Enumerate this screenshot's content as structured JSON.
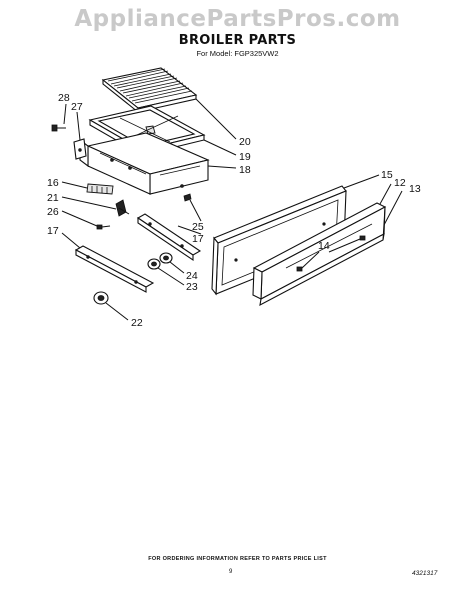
{
  "watermark": "AppliancePartsPros.com",
  "title": "BROILER PARTS",
  "model_line": "For Model: FGP325VW2",
  "callouts": {
    "c28": "28",
    "c27": "27",
    "c20": "20",
    "c19": "19",
    "c18": "18",
    "c16": "16",
    "c21": "21",
    "c26": "26",
    "c25": "25",
    "c17a": "17",
    "c17b": "17",
    "c24": "24",
    "c23": "23",
    "c22": "22",
    "c15": "15",
    "c12": "12",
    "c13": "13",
    "c14": "14"
  },
  "footer_note": "FOR ORDERING INFORMATION REFER TO PARTS PRICE LIST",
  "page_number": "9",
  "document_number": "4321317"
}
